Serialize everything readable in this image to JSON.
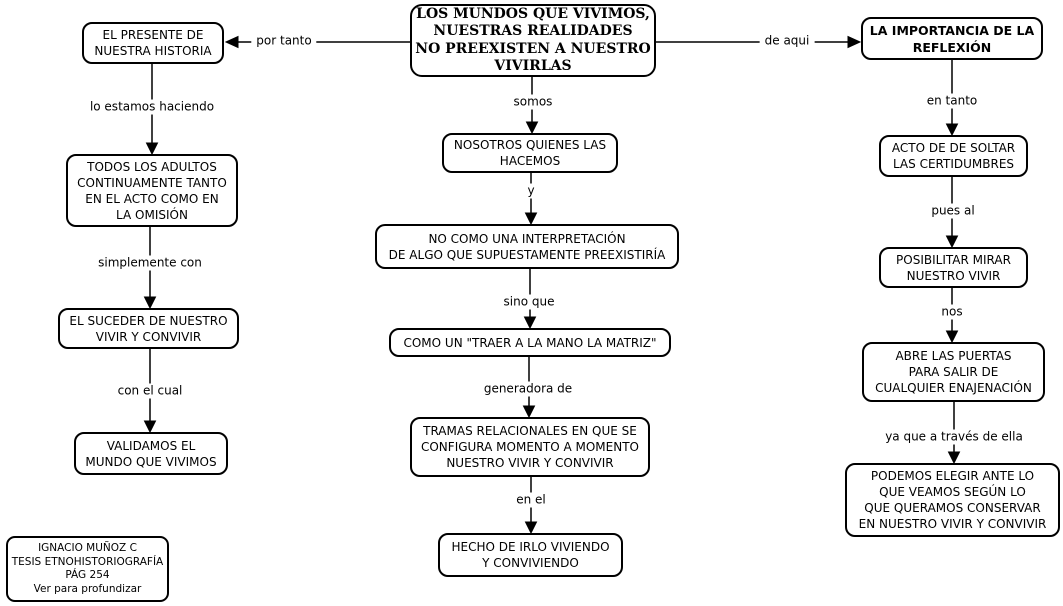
{
  "nodes": {
    "main": {
      "text": "LOS MUNDOS QUE VIVIMOS,\nNUESTRAS REALIDADES\nNO PREEXISTEN A NUESTRO\nVIVIRLAS"
    },
    "presente": {
      "text": "EL PRESENTE DE\nNUESTRA HISTORIA"
    },
    "adultos": {
      "text": "TODOS LOS ADULTOS\nCONTINUAMENTE TANTO\nEN EL ACTO COMO EN\nLA OMISIÓN"
    },
    "suceder": {
      "text": "EL SUCEDER DE NUESTRO\nVIVIR Y CONVIVIR"
    },
    "validamos": {
      "text": "VALIDAMOS EL\nMUNDO QUE VIVIMOS"
    },
    "fuente": {
      "text": "IGNACIO MUÑOZ C\nTESIS ETNOHISTORIOGRAFÍA\nPÁG 254\nVer para profundizar"
    },
    "nosotros": {
      "text": "NOSOTROS QUIENES LAS\nHACEMOS"
    },
    "interpretacion": {
      "text": "NO COMO UNA INTERPRETACIÓN\nDE ALGO QUE SUPUESTAMENTE PREEXISTIRÍA"
    },
    "traer": {
      "text": "COMO UN \"TRAER A LA MANO LA MATRIZ\""
    },
    "tramas": {
      "text": "TRAMAS RELACIONALES EN QUE SE\nCONFIGURA MOMENTO A MOMENTO\nNUESTRO VIVIR Y CONVIVIR"
    },
    "hecho": {
      "text": "HECHO DE IRLO VIVIENDO\nY CONVIVIENDO"
    },
    "importancia": {
      "text": "LA IMPORTANCIA DE LA\nREFLEXIÓN"
    },
    "acto": {
      "text": "ACTO DE DE SOLTAR\nLAS CERTIDUMBRES"
    },
    "posibilitar": {
      "text": "POSIBILITAR MIRAR\nNUESTRO VIVIR"
    },
    "abre": {
      "text": "ABRE LAS PUERTAS\nPARA SALIR DE\nCUALQUIER ENAJENACIÓN"
    },
    "podemos": {
      "text": "PODEMOS ELEGIR ANTE LO\nQUE VEAMOS SEGÚN LO\nQUE QUERAMOS CONSERVAR\nEN NUESTRO VIVIR Y CONVIVIR"
    }
  },
  "edges": {
    "por_tanto": "por tanto",
    "de_aqui": "de aqui",
    "lo_estamos_haciendo": "lo estamos haciendo",
    "simplemente_con": "simplemente con",
    "con_el_cual": "con el cual",
    "somos": "somos",
    "y": "y",
    "sino_que": "sino que",
    "generadora_de": "generadora de",
    "en_el": "en el",
    "en_tanto": "en tanto",
    "pues_al": "pues al",
    "nos": "nos",
    "ya_que_a_traves_de_ella": "ya que a través de ella"
  },
  "relations": [
    {
      "from": "main",
      "label": "por tanto",
      "to": "presente"
    },
    {
      "from": "main",
      "label": "de aqui",
      "to": "importancia"
    },
    {
      "from": "main",
      "label": "somos",
      "to": "nosotros"
    },
    {
      "from": "presente",
      "label": "lo estamos haciendo",
      "to": "adultos"
    },
    {
      "from": "adultos",
      "label": "simplemente con",
      "to": "suceder"
    },
    {
      "from": "suceder",
      "label": "con el cual",
      "to": "validamos"
    },
    {
      "from": "nosotros",
      "label": "y",
      "to": "interpretacion"
    },
    {
      "from": "interpretacion",
      "label": "sino que",
      "to": "traer"
    },
    {
      "from": "traer",
      "label": "generadora de",
      "to": "tramas"
    },
    {
      "from": "tramas",
      "label": "en el",
      "to": "hecho"
    },
    {
      "from": "importancia",
      "label": "en tanto",
      "to": "acto"
    },
    {
      "from": "acto",
      "label": "pues al",
      "to": "posibilitar"
    },
    {
      "from": "posibilitar",
      "label": "nos",
      "to": "abre"
    },
    {
      "from": "abre",
      "label": "ya que a través de ella",
      "to": "podemos"
    }
  ],
  "colors": {
    "background": "#ffffff",
    "box_border": "#000000",
    "box_fill": "#ffffff",
    "line": "#000000",
    "text": "#000000"
  }
}
